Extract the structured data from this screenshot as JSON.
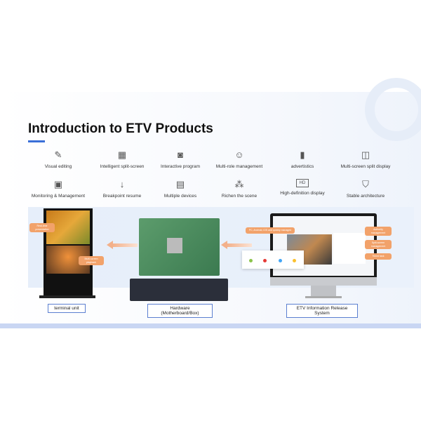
{
  "title": "Introduction to ETV Products",
  "features": [
    {
      "label": "Visual editing",
      "icon": "chart-edit-icon"
    },
    {
      "label": "Intelligent split-screen",
      "icon": "grid-icon"
    },
    {
      "label": "Interactive program",
      "icon": "eye-window-icon"
    },
    {
      "label": "Multi-role management",
      "icon": "users-icon"
    },
    {
      "label": "advertistics",
      "icon": "bar-chart-icon"
    },
    {
      "label": "Multi-screen split display",
      "icon": "split-monitor-icon"
    },
    {
      "label": "Monitoring & Management",
      "icon": "monitor-icon"
    },
    {
      "label": "Breakpoint resume",
      "icon": "arrow-down-icon"
    },
    {
      "label": "Multiple devices",
      "icon": "device-icon"
    },
    {
      "label": "Richen the scene",
      "icon": "network-icon"
    },
    {
      "label": "High-definition display",
      "icon": "hd-icon"
    },
    {
      "label": "Stable architecture",
      "icon": "shield-icon"
    }
  ],
  "hd_icon_text": "HD",
  "callouts": {
    "terminal_top": "Real-time presentation",
    "terminal_bottom": "Multi-screen playback",
    "system_left": "PC, Android, iOS and quickly managed",
    "system_r1": "Authority management",
    "system_r2": "Split-screen management",
    "system_r3": "Timed task"
  },
  "labels": {
    "terminal": "terminal unit",
    "hardware": "Hardware (Motherboard/Box)",
    "system": "ETV Information Release System"
  },
  "colors": {
    "accent": "#3a6fd8",
    "callout": "#f2a26a"
  }
}
